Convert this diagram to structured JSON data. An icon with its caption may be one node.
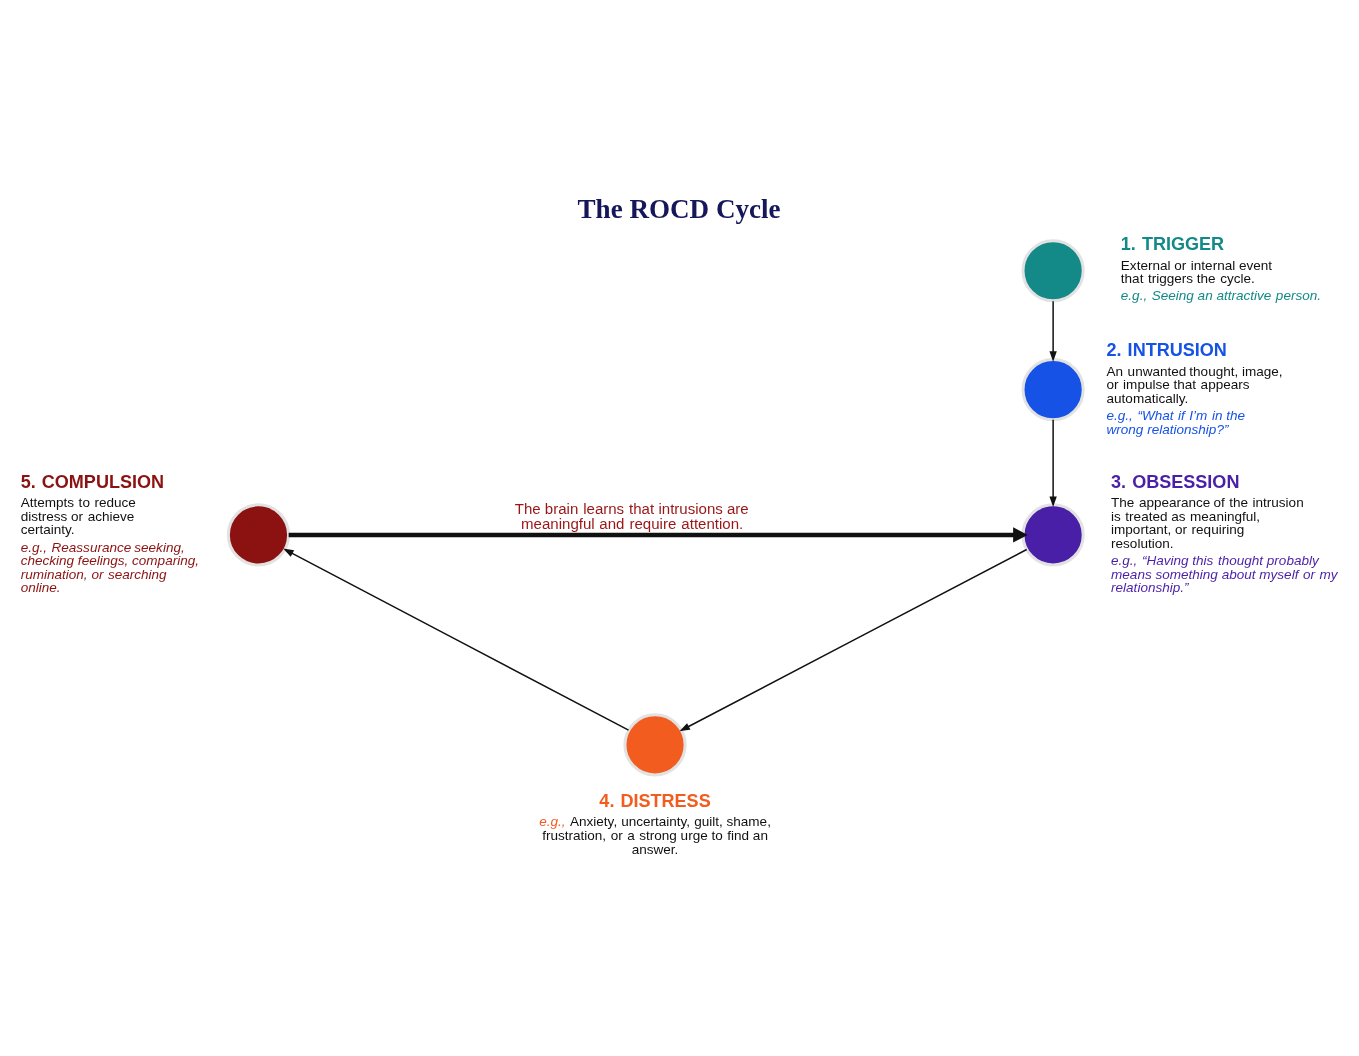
{
  "diagram": {
    "title": "The ROCD Cycle",
    "nodes": [
      {
        "text": [
          "1. TRIGGER",
          "External or internal event that triggers the cycle.",
          "e.g., Seeing an attractive person."
        ]
      },
      {
        "text": [
          "2. INTRUSION",
          "An unwanted thought, image, or impulse that appears automatically.",
          "e.g., “What if I’m in the wrong relationship?”"
        ]
      },
      {
        "text": [
          "3. OBSESSION",
          "The appearance of the intrusion is treated as meaningful, important, or requiring resolution.",
          "e.g., “Having this thought probably means something about myself or my relationship.”"
        ]
      },
      {
        "text": [
          "4. DISTRESS",
          "*e.g.,* Anxiety, uncertainty, guilt, shame, frustration, or a strong urge to find an answer."
        ]
      },
      {
        "text": [
          "5. COMPULSION",
          "Attempts to reduce distress or achieve certainty.",
          "e.g., Reassurance seeking, checking feelings, comparing, rumination, or searching online."
        ]
      }
    ],
    "edges": [
      {
        "from": 0,
        "to": 1,
        "arrow": "to"
      },
      {
        "from": 1,
        "to": 2,
        "arrow": "to"
      },
      {
        "from": 2,
        "to": 3,
        "arrow": "to"
      },
      {
        "from": 3,
        "to": 4,
        "arrow": "to"
      },
      {
        "from": 4,
        "to": 2,
        "arrow": "to",
        "label": "The brain learns that intrusions are meaningful and require attention.",
        "style": "thick"
      }
    ]
  }
}
